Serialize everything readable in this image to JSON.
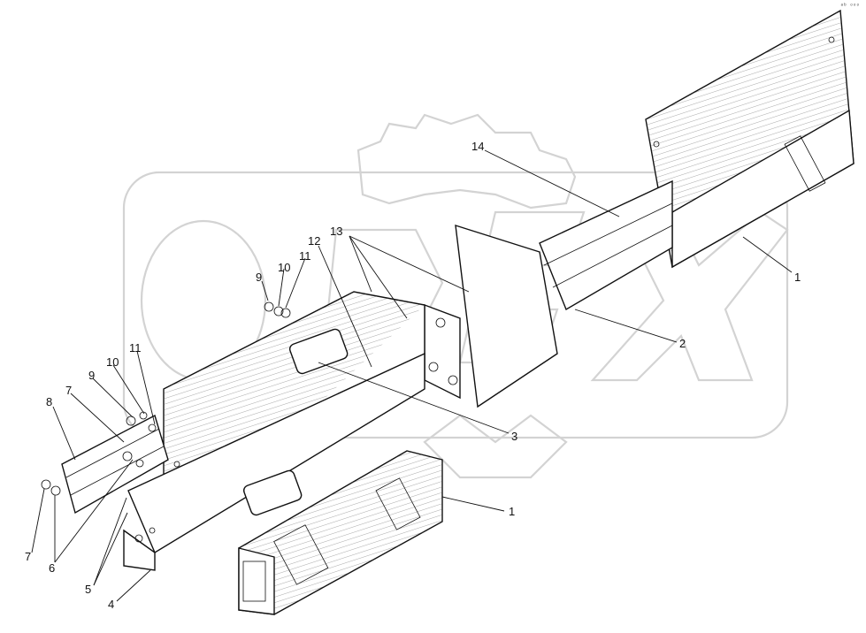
{
  "callouts": {
    "c1a": "1",
    "c1b": "1",
    "c2": "2",
    "c3": "3",
    "c4": "4",
    "c5": "5",
    "c6": "6",
    "c7a": "7",
    "c7b": "7",
    "c8": "8",
    "c9a": "9",
    "c9b": "9",
    "c10a": "10",
    "c10b": "10",
    "c11a": "11",
    "c11b": "11",
    "c12": "12",
    "c13": "13",
    "c14": "14"
  },
  "corner_stamp": "ᵃᵇ ᵒᵒᵒ",
  "colors": {
    "line": "#111111",
    "watermark": "#d3d3d3",
    "background": "#ffffff"
  }
}
